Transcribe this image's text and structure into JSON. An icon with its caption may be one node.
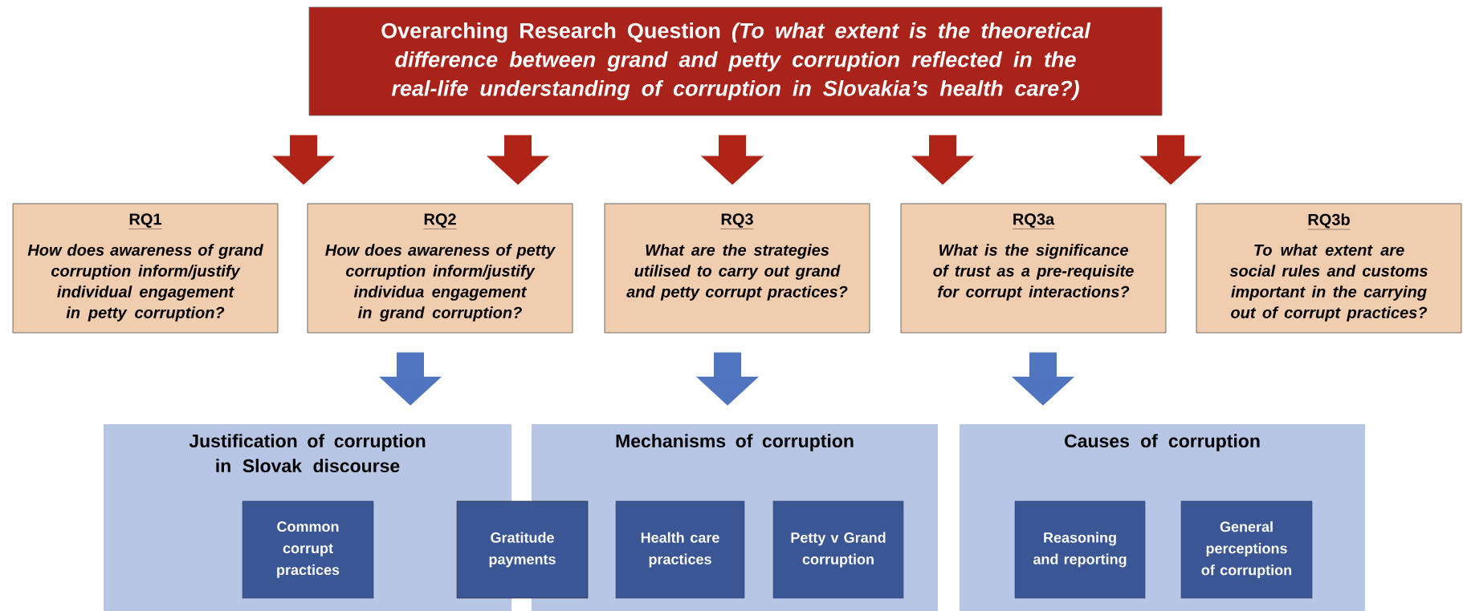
{
  "diagram": {
    "nodes": [
      {
        "text": [
          "Overarching Research Question *(To what extent is the theoretical difference between grand and petty corruption reflected in the real-life understanding of corruption in Slovakia’s health care?)*"
        ]
      },
      {
        "text": [
          "RQ1",
          "How does awareness of grand corruption inform/justify individual engagement in petty corruption?"
        ]
      },
      {
        "text": [
          "RQ2",
          "How does awareness of petty corruption inform/justify individua engagement in grand corruption?"
        ]
      },
      {
        "text": [
          "RQ3",
          "What are the strategies utilised to carry out grand and petty corrupt practices?"
        ]
      },
      {
        "text": [
          "RQ3a",
          "What is the significance of trust as a pre-requisite for corrupt interactions?"
        ]
      },
      {
        "text": [
          "RQ3b",
          "To what extent are social rules and customs important in the carrying out of corrupt practices?"
        ]
      },
      {
        "text": [
          "Justification of corruption in Slovak discourse"
        ]
      },
      {
        "text": [
          "Common corrupt practices"
        ],
        "in": 6
      },
      {
        "text": [
          "Gratitude payments"
        ]
      },
      {
        "text": [
          "Mechanisms of corruption"
        ]
      },
      {
        "text": [
          "Health care practices"
        ],
        "in": 9
      },
      {
        "text": [
          "Petty v Grand corruption"
        ],
        "in": 9
      },
      {
        "text": [
          "Causes of corruption"
        ]
      },
      {
        "text": [
          "Reasoning and reporting"
        ],
        "in": 12
      },
      {
        "text": [
          "General perceptions of corruption"
        ],
        "in": 12
      }
    ],
    "edges": [
      {
        "from": 0,
        "to": 1,
        "arrow": "to"
      },
      {
        "from": 0,
        "to": 2,
        "arrow": "to"
      },
      {
        "from": 0,
        "to": 3,
        "arrow": "to"
      },
      {
        "from": 0,
        "to": 4,
        "arrow": "to"
      },
      {
        "from": 0,
        "to": 5,
        "arrow": "to"
      },
      {
        "from": 2,
        "to": 6,
        "arrow": "to",
        "color": "#4f74c0"
      },
      {
        "from": 3,
        "to": 9,
        "arrow": "to",
        "color": "#4f74c0"
      },
      {
        "from": 4,
        "to": 12,
        "arrow": "to",
        "color": "#4f74c0"
      }
    ]
  }
}
